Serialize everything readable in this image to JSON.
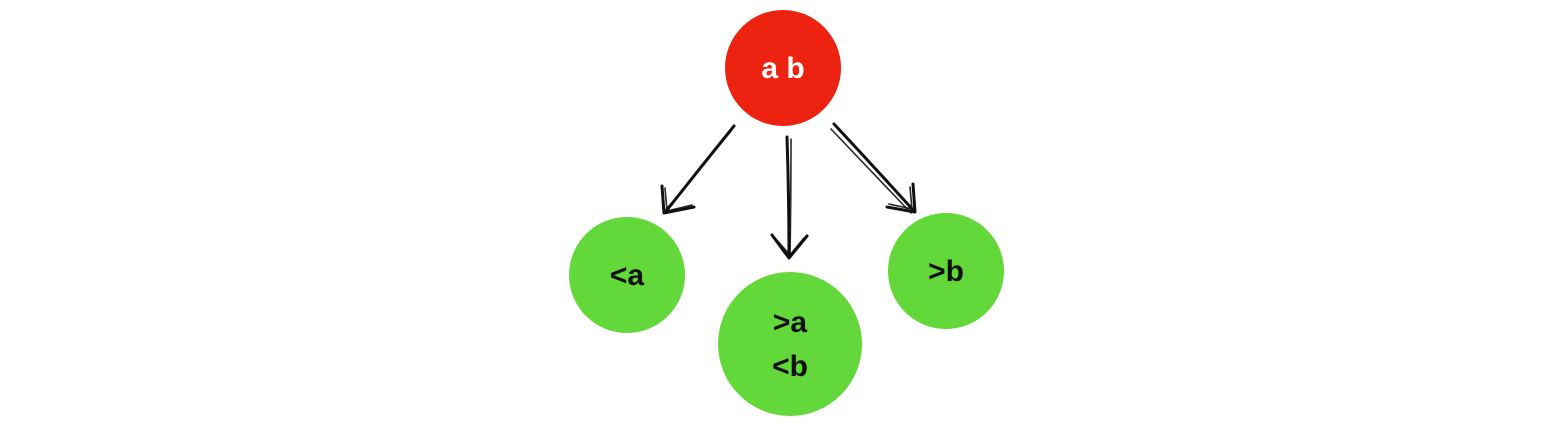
{
  "colors": {
    "root": "#ee2210",
    "child": "#62d83a",
    "root_text": "#ffffff",
    "child_text": "#111111",
    "edge": "#111111"
  },
  "root": {
    "label": "a b"
  },
  "children": [
    {
      "lines": [
        "<a"
      ]
    },
    {
      "lines": [
        ">a",
        "<b"
      ]
    },
    {
      "lines": [
        ">b"
      ]
    }
  ]
}
